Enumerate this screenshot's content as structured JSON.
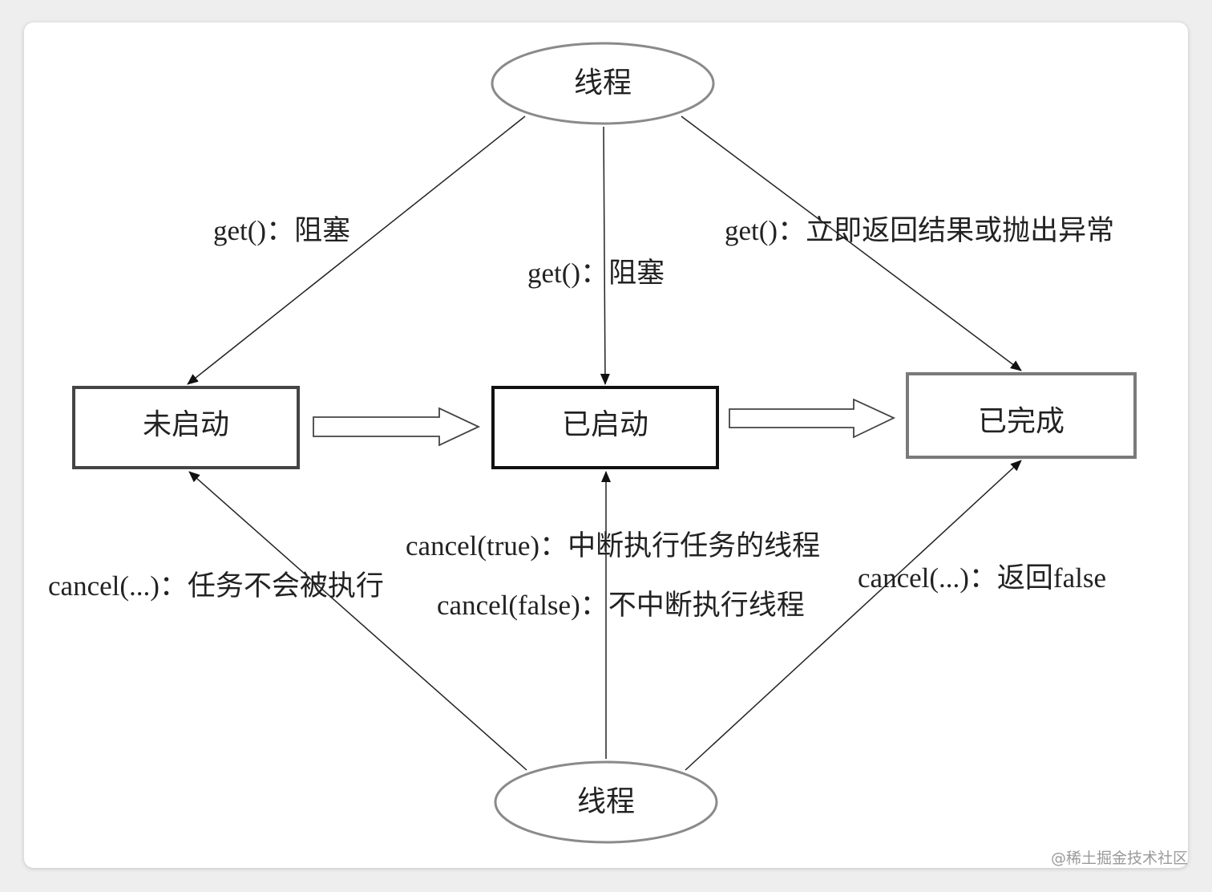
{
  "nodes": {
    "thread_top": "线程",
    "thread_bottom": "线程",
    "not_started": "未启动",
    "started": "已启动",
    "completed": "已完成"
  },
  "edges": {
    "top_to_not_started": "get()：阻塞",
    "top_to_started": "get()：阻塞",
    "top_to_completed": "get()：立即返回结果或抛出异常",
    "bottom_to_not_started": "cancel(...)：任务不会被执行",
    "bottom_to_started_true": "cancel(true)：中断执行任务的线程",
    "bottom_to_started_false": "cancel(false)：不中断执行线程",
    "bottom_to_completed": "cancel(...)：返回false"
  },
  "watermark": "@稀土掘金技术社区"
}
